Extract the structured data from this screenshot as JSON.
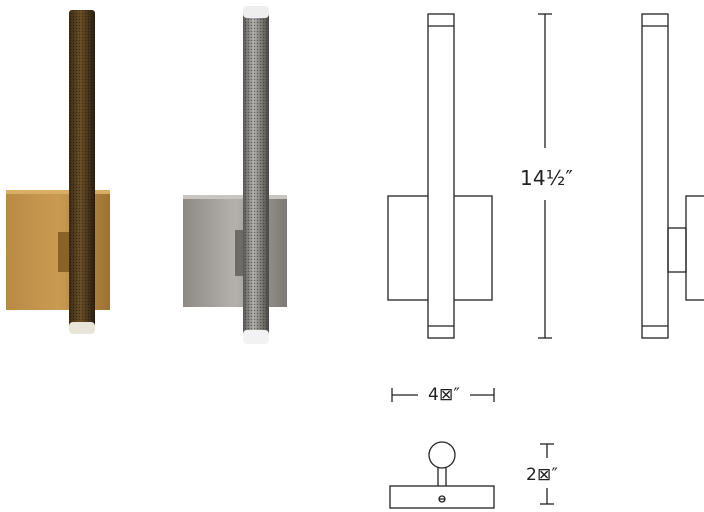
{
  "dimensions": {
    "height_label": "14½″",
    "width_label": "4⊠″",
    "depth_label": "2⊠″"
  },
  "finishes": [
    "aged-brass",
    "brushed-nickel"
  ]
}
